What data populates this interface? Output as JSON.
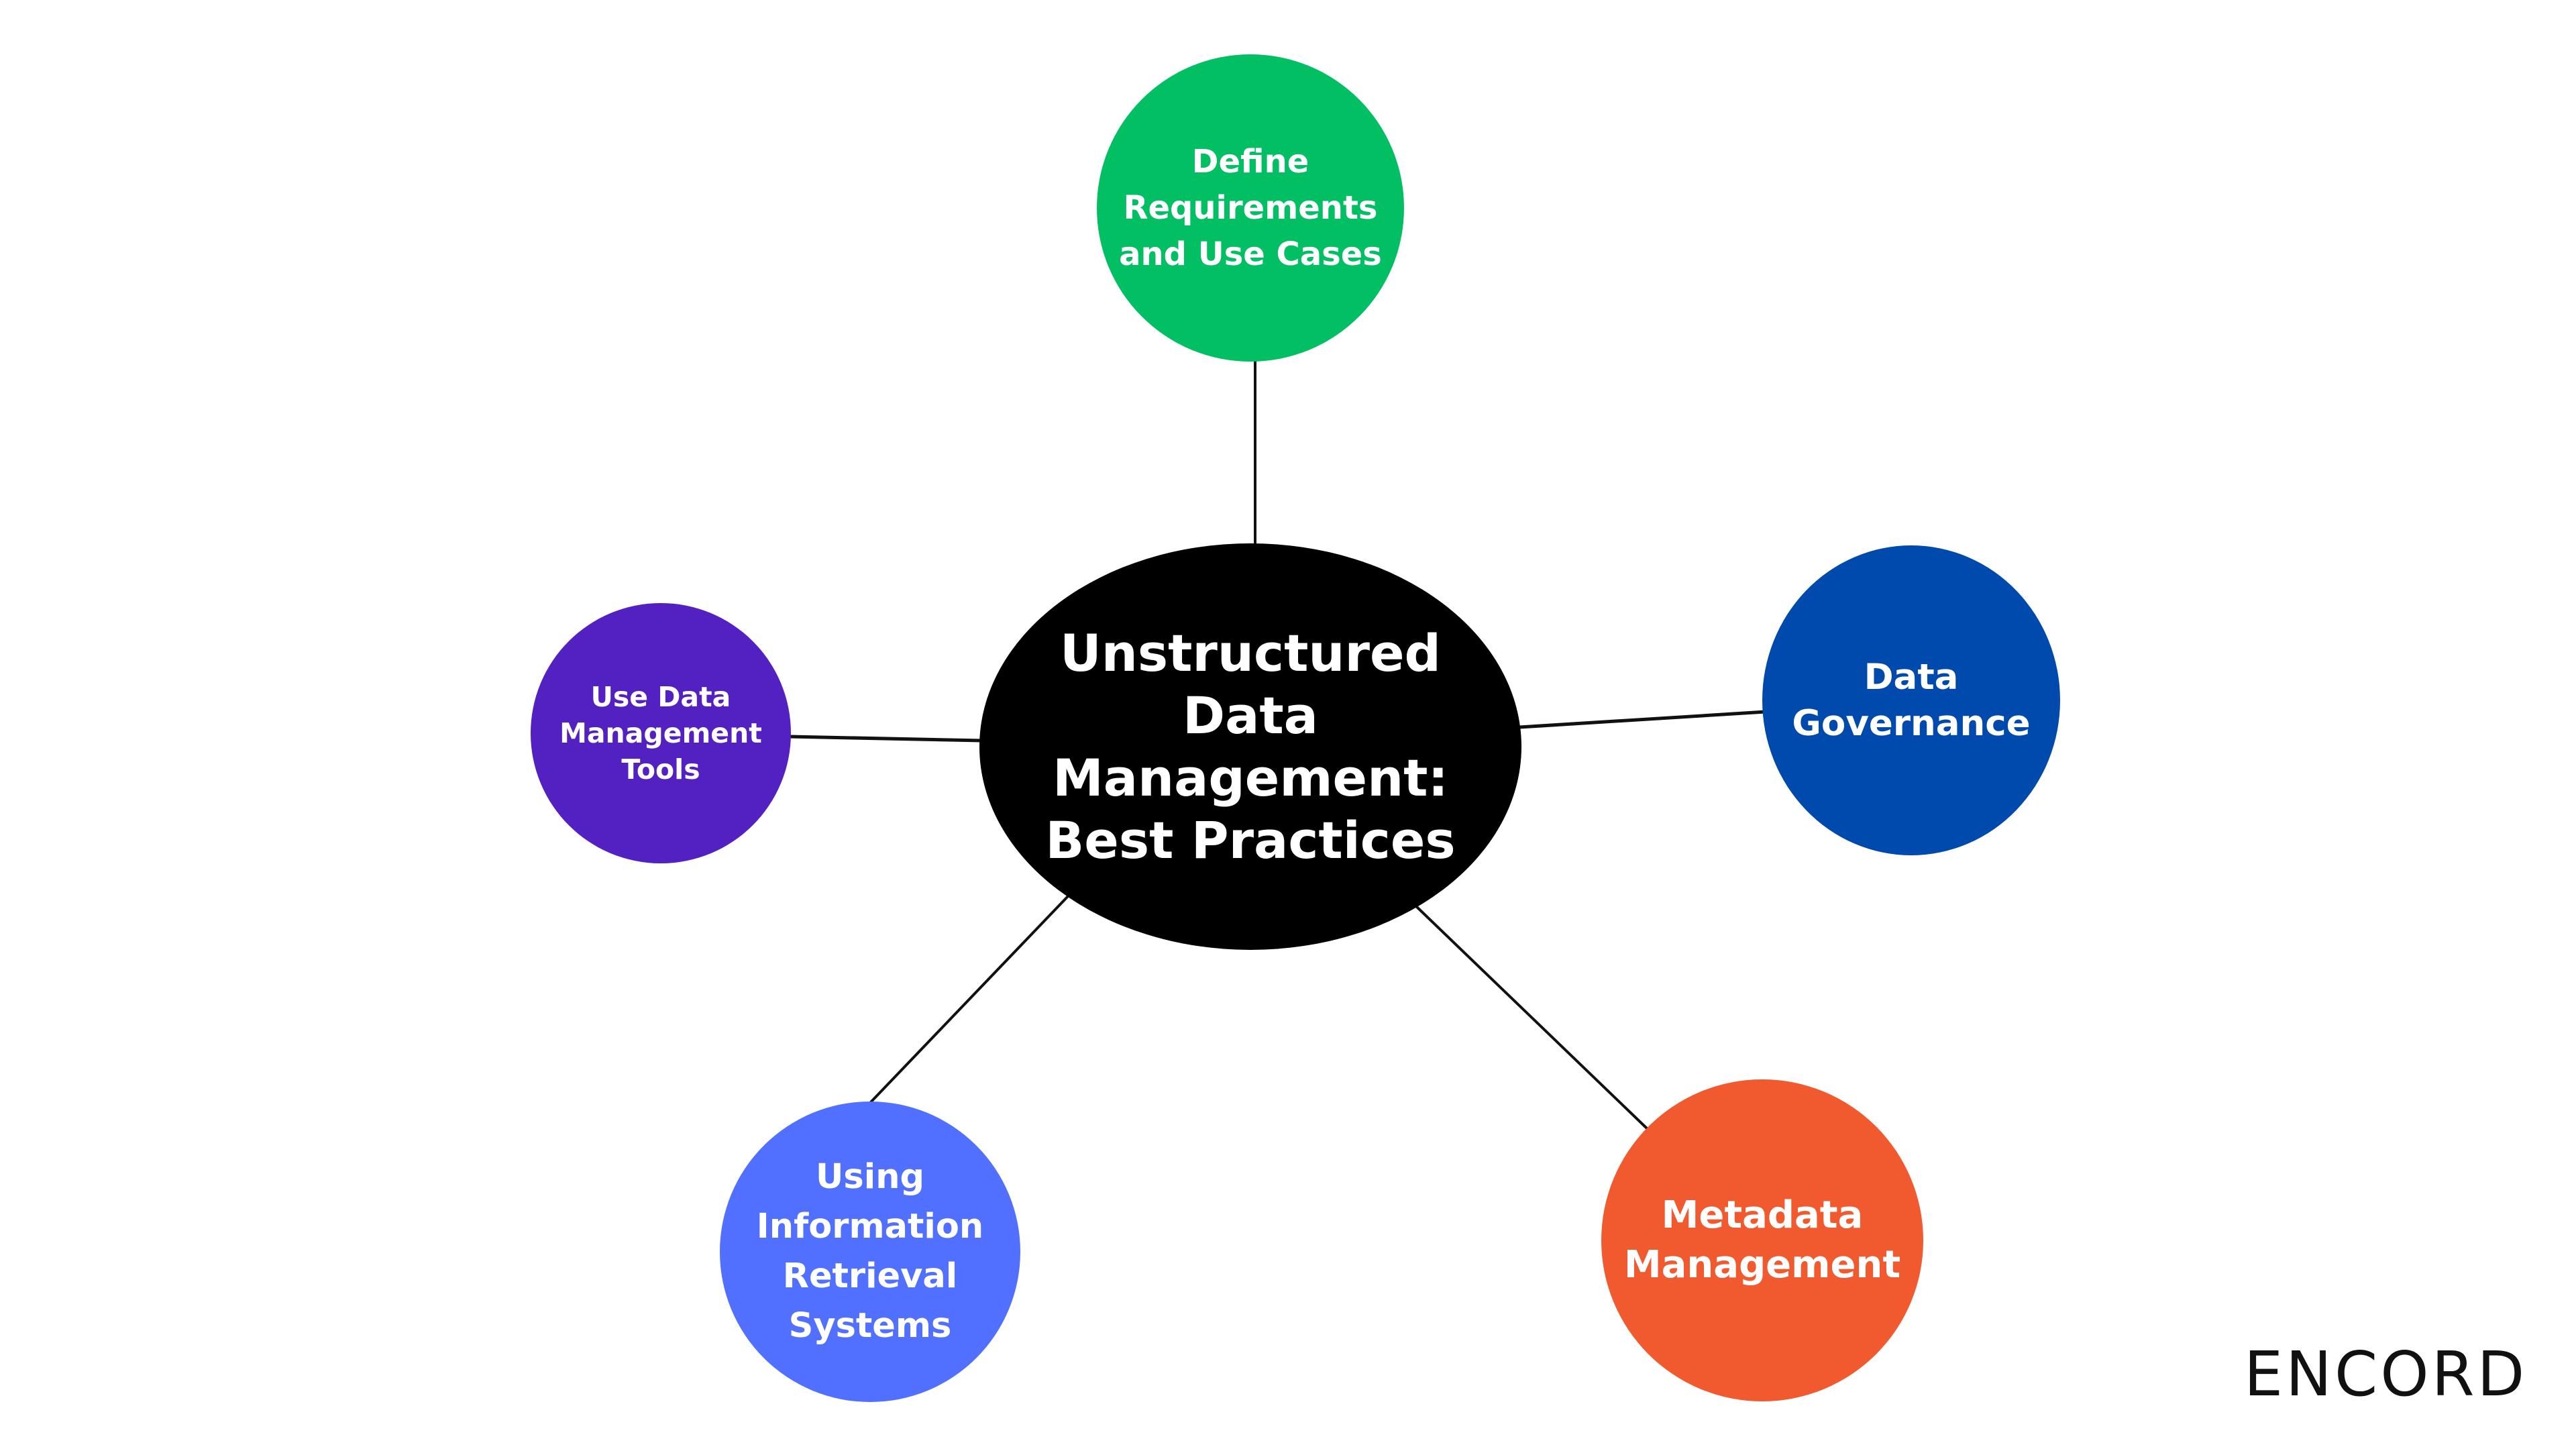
{
  "center": {
    "label": "Unstructured\nData\nManagement:\nBest Practices",
    "color": "#000000"
  },
  "nodes": [
    {
      "id": "define",
      "label": "Define\nRequirements\nand Use Cases",
      "color": "#02bf63"
    },
    {
      "id": "governance",
      "label": "Data\nGovernance",
      "color": "#014aad"
    },
    {
      "id": "metadata",
      "label": "Metadata\nManagement",
      "color": "#f15a2f"
    },
    {
      "id": "retrieval",
      "label": "Using\nInformation\nRetrieval\nSystems",
      "color": "#5170ff"
    },
    {
      "id": "tools",
      "label": "Use Data\nManagement\nTools",
      "color": "#5321c1"
    }
  ],
  "logo": {
    "text": "ENCORD"
  }
}
